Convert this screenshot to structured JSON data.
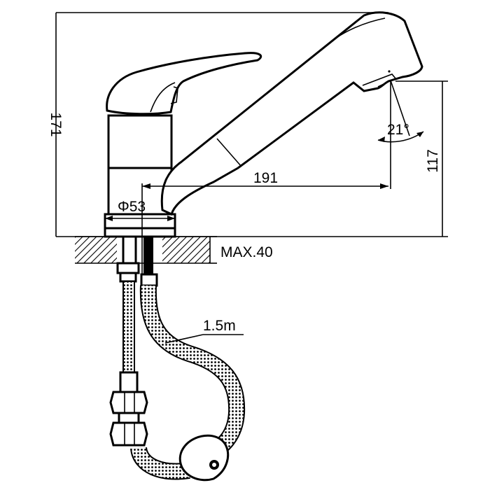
{
  "dimensions": {
    "total_height": "171",
    "spout_reach": "191",
    "spout_height": "117",
    "base_diameter": "Φ53",
    "spout_angle": "21°",
    "max_counter_thickness": "MAX.40",
    "hose_length": "1.5m"
  },
  "colors": {
    "line": "#000000",
    "background": "#ffffff",
    "hatch": "#000000"
  }
}
